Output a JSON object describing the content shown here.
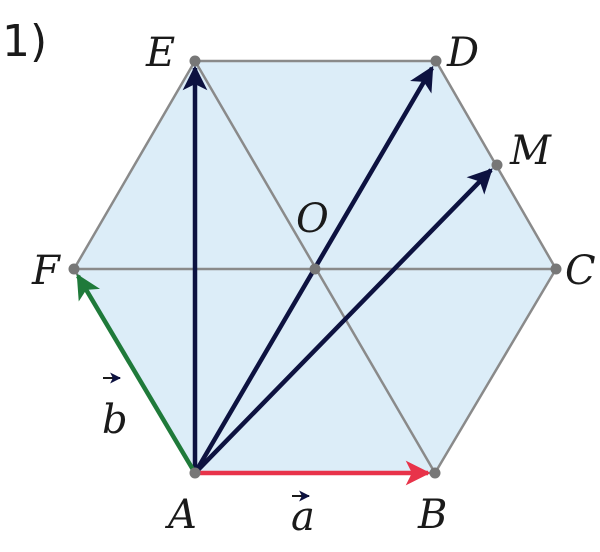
{
  "problem_number": "1)",
  "colors": {
    "fill": "#dcedf8",
    "edge": "#8a8a8a",
    "point": "#777777",
    "vector_dark": "#0d1240",
    "vector_a": "#e8334a",
    "vector_b": "#1f7a3a"
  },
  "points": [
    {
      "name": "A",
      "label": "A"
    },
    {
      "name": "B",
      "label": "B"
    },
    {
      "name": "C",
      "label": "C"
    },
    {
      "name": "D",
      "label": "D"
    },
    {
      "name": "E",
      "label": "E"
    },
    {
      "name": "F",
      "label": "F"
    },
    {
      "name": "O",
      "label": "O"
    },
    {
      "name": "M",
      "label": "M"
    }
  ],
  "vectors": [
    {
      "from": "A",
      "to": "B",
      "label": "a",
      "color": "vector_a"
    },
    {
      "from": "A",
      "to": "F",
      "label": "b",
      "color": "vector_b"
    },
    {
      "from": "A",
      "to": "E",
      "label": "",
      "color": "vector_dark"
    },
    {
      "from": "A",
      "to": "D",
      "label": "",
      "color": "vector_dark"
    },
    {
      "from": "A",
      "to": "M",
      "label": "",
      "color": "vector_dark"
    }
  ]
}
